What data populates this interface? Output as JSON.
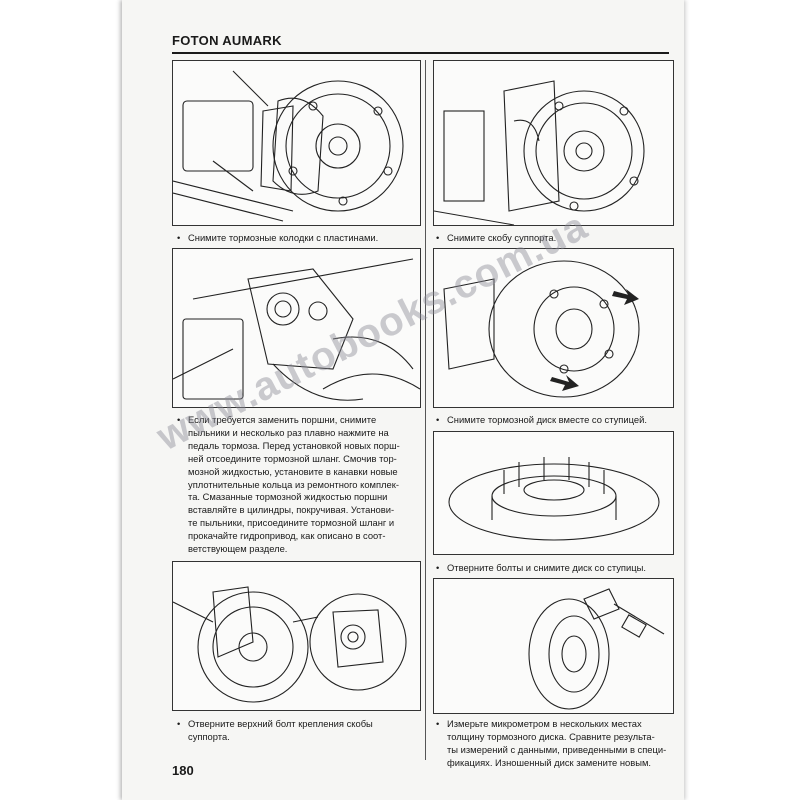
{
  "header": {
    "title": "FOTON AUMARK"
  },
  "page_number": "180",
  "watermark": "www.autobooks.com.ua",
  "left_column": {
    "captions": [
      {
        "lines": [
          "Снимите тормозные колодки с пластинами."
        ]
      },
      {
        "lines": [
          "Если требуется заменить поршни, снимите",
          "пыльники и несколько раз плавно нажмите на",
          "педаль тормоза. Перед установкой новых порш-",
          "ней отсоедините тормозной шланг. Смочив тор-",
          "мозной жидкостью, установите в канавки новые",
          "уплотнительные кольца из ремонтного комплек-",
          "та. Смазанные тормозной жидкостью поршни",
          "вставляйте в цилиндры, покручивая. Установи-",
          "те пыльники, присоедините тормозной шланг и",
          "прокачайте гидропривод, как описано в соот-",
          "ветствующем разделе."
        ]
      },
      {
        "lines": [
          "Отверните верхний болт крепления скобы",
          "суппорта."
        ]
      }
    ]
  },
  "right_column": {
    "captions": [
      {
        "lines": [
          "Снимите скобу суппорта."
        ]
      },
      {
        "lines": [
          "Снимите тормозной диск вместе со ступицей."
        ]
      },
      {
        "lines": [
          "Отверните болты и снимите диск со ступицы."
        ]
      },
      {
        "lines": [
          "Измерьте микрометром в нескольких местах",
          "толщину тормозного диска. Сравните результа-",
          "ты измерений с данными, приведенными в специ-",
          "фикациях. Изношенный диск замените новым."
        ]
      }
    ]
  }
}
